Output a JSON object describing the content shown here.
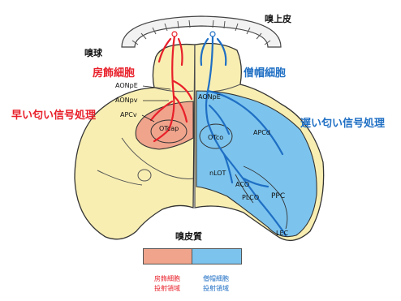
{
  "labels": {
    "olfactory_epithelium": "嗅上皮",
    "olfactory_bulb": "嗅球",
    "tufted_cells": "房飾細胞",
    "mitral_cells": "僧帽細胞",
    "fast_processing": "早い匂い信号処理",
    "slow_processing": "遅い匂い信号処理",
    "olfactory_cortex": "嗅皮質",
    "legend_tufted_line1": "房飾細胞",
    "legend_tufted_line2": "投射領域",
    "legend_mitral_line1": "僧帽細胞",
    "legend_mitral_line2": "投射領域"
  },
  "regions_left": {
    "aonpe": "AONpE",
    "aonpv": "AONpv",
    "apcv": "APCv",
    "otcap": "OTcap"
  },
  "regions_right": {
    "aonpe": "AONpE",
    "otco": "OTco",
    "apcd": "APCd",
    "nlot": "nLOT",
    "aco": "ACO",
    "plco": "PLCO",
    "ppc": "PPC",
    "lec": "LEC"
  },
  "colors": {
    "brain_fill": "#f8eeb2",
    "tufted": "#e8202a",
    "mitral": "#1f6fc4",
    "tufted_region": "#f0a48c",
    "mitral_region": "#7cc4ee"
  }
}
